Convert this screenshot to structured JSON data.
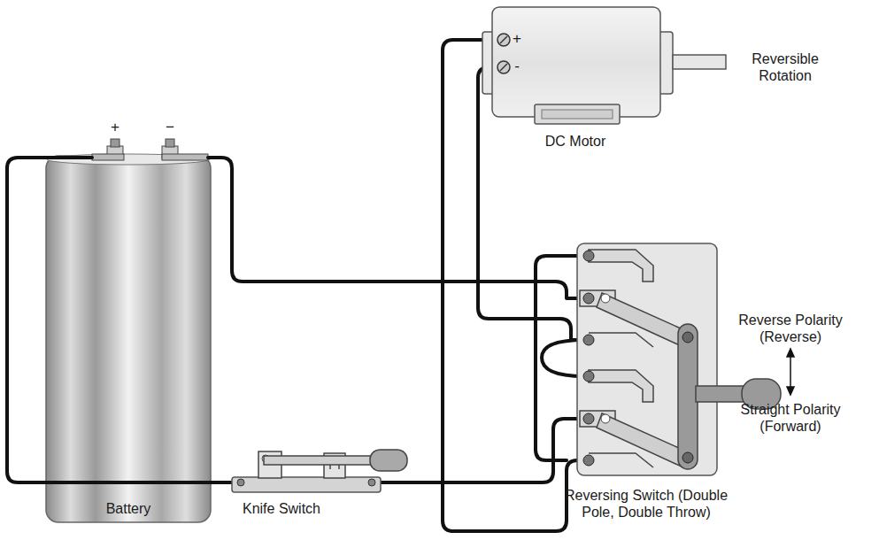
{
  "diagram": {
    "labels": [
      "+",
      "−",
      "+",
      "-",
      "Reversible Rotation",
      "DC Motor",
      "Reverse Polarity (Reverse)",
      "Straight Polarity (Forward)",
      "Battery",
      "Knife Switch",
      "Reversing Switch (Double Pole, Double Throw)"
    ]
  }
}
